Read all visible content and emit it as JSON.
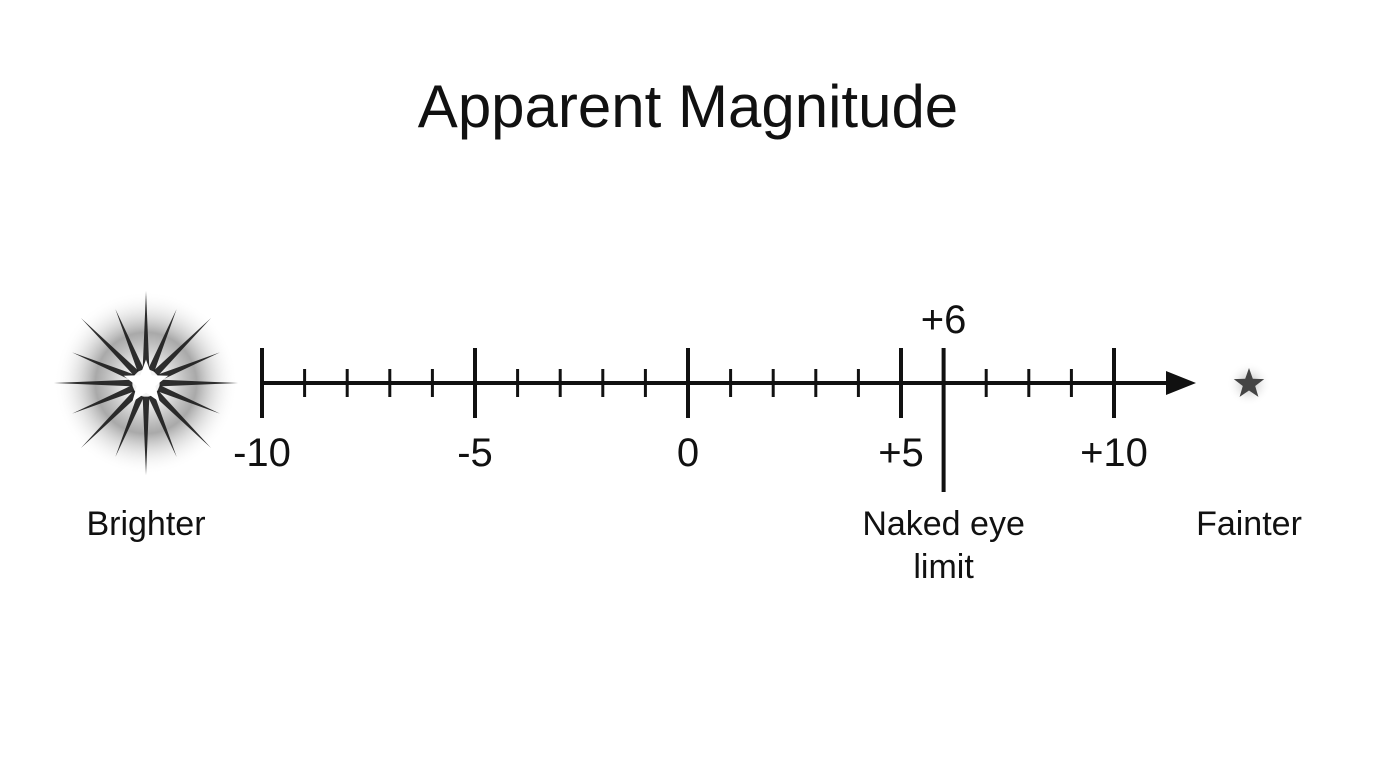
{
  "title": "Apparent Magnitude",
  "scale": {
    "min": -10,
    "max": 10,
    "minor_step": 1,
    "major_ticks": [
      {
        "value": -10,
        "label": "-10"
      },
      {
        "value": -5,
        "label": "-5"
      },
      {
        "value": 0,
        "label": "0"
      },
      {
        "value": 5,
        "label": "+5"
      },
      {
        "value": 10,
        "label": "+10"
      }
    ],
    "direction": "arrow points toward fainter (right)"
  },
  "marker": {
    "value": 6,
    "label": "+6",
    "caption_line1": "Naked eye",
    "caption_line2": "limit"
  },
  "left_end": {
    "caption": "Brighter",
    "icon": "bright-starburst-icon"
  },
  "right_end": {
    "caption": "Fainter",
    "icon": "small-dim-star-icon"
  },
  "colors": {
    "ink": "#111111",
    "background": "#ffffff",
    "star_glow": "#6b6b6b"
  }
}
